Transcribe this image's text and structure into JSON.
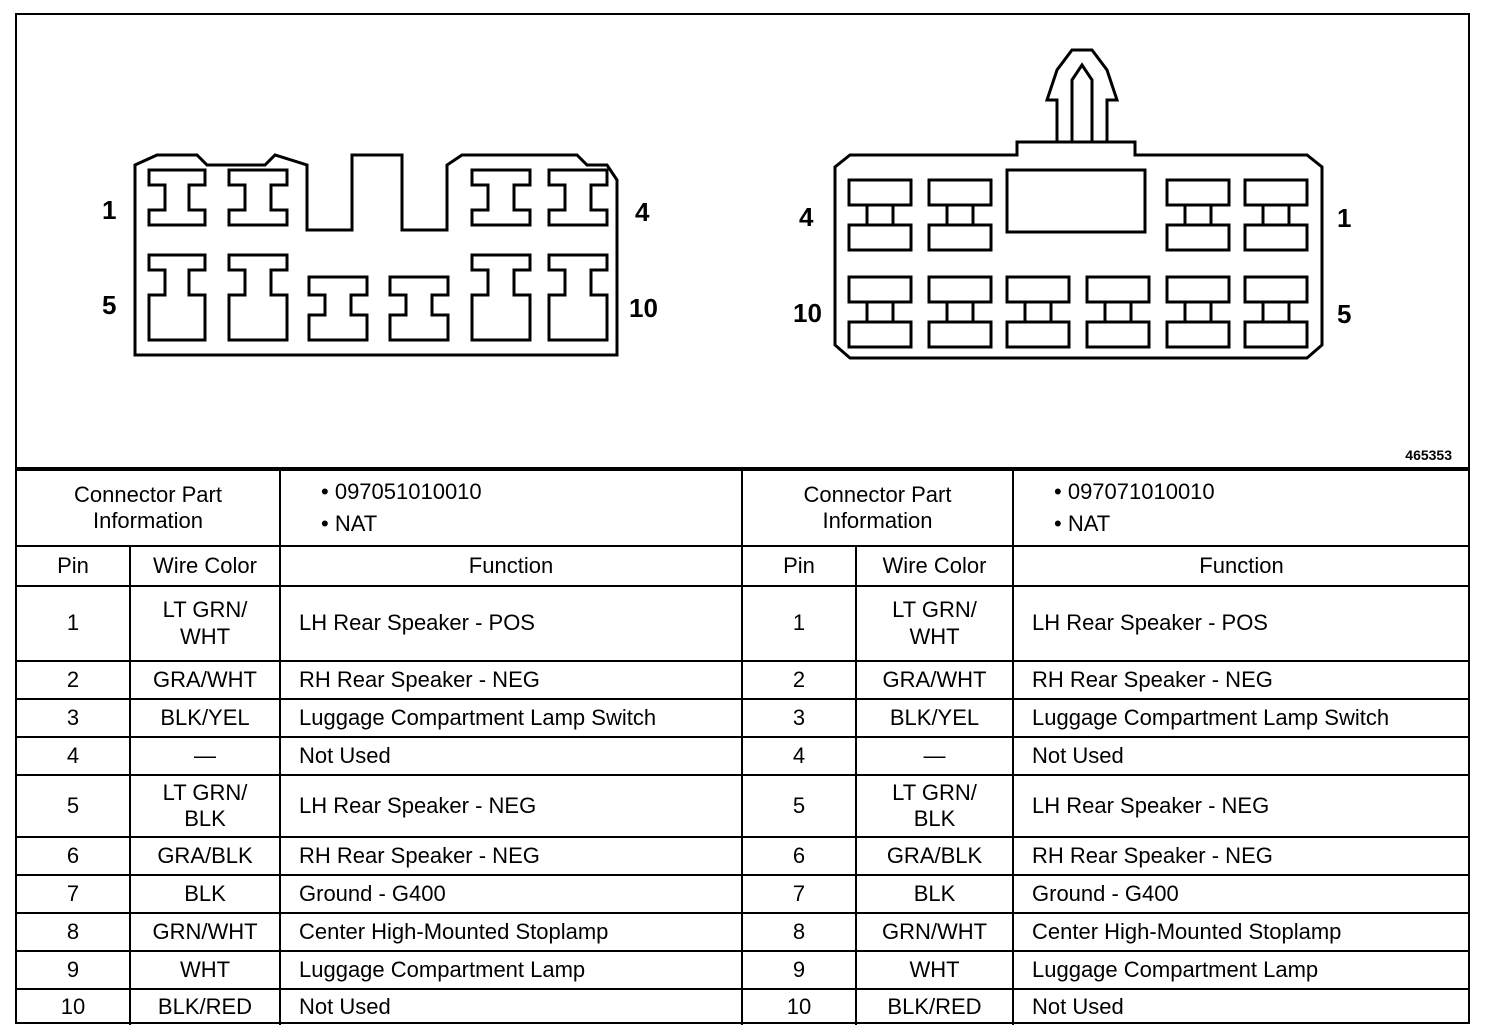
{
  "figure_id": "465353",
  "left_connector": {
    "pin_labels": {
      "top_left": "1",
      "bottom_left": "5",
      "top_right": "4",
      "bottom_right": "10"
    }
  },
  "right_connector": {
    "pin_labels": {
      "top_left": "4",
      "bottom_left": "10",
      "top_right": "1",
      "bottom_right": "5"
    }
  },
  "tables": [
    {
      "info_label": "Connector Part\nInformation",
      "info_values": [
        "097051010010",
        "NAT"
      ],
      "headers": {
        "pin": "Pin",
        "wire_color": "Wire Color",
        "function": "Function"
      },
      "rows": [
        {
          "pin": "1",
          "wire": "LT GRN/\nWHT",
          "function": "LH Rear Speaker - POS"
        },
        {
          "pin": "2",
          "wire": "GRA/WHT",
          "function": "RH Rear Speaker - NEG"
        },
        {
          "pin": "3",
          "wire": "BLK/YEL",
          "function": "Luggage Compartment Lamp Switch"
        },
        {
          "pin": "4",
          "wire": "—",
          "function": "Not Used"
        },
        {
          "pin": "5",
          "wire": "LT GRN/\nBLK",
          "function": "LH Rear Speaker - NEG"
        },
        {
          "pin": "6",
          "wire": "GRA/BLK",
          "function": "RH Rear Speaker - NEG"
        },
        {
          "pin": "7",
          "wire": "BLK",
          "function": "Ground - G400"
        },
        {
          "pin": "8",
          "wire": "GRN/WHT",
          "function": "Center High-Mounted Stoplamp"
        },
        {
          "pin": "9",
          "wire": "WHT",
          "function": "Luggage Compartment Lamp"
        },
        {
          "pin": "10",
          "wire": "BLK/RED",
          "function": "Not Used"
        }
      ]
    },
    {
      "info_label": "Connector Part\nInformation",
      "info_values": [
        "097071010010",
        "NAT"
      ],
      "headers": {
        "pin": "Pin",
        "wire_color": "Wire Color",
        "function": "Function"
      },
      "rows": [
        {
          "pin": "1",
          "wire": "LT GRN/\nWHT",
          "function": "LH Rear Speaker - POS"
        },
        {
          "pin": "2",
          "wire": "GRA/WHT",
          "function": "RH Rear Speaker - NEG"
        },
        {
          "pin": "3",
          "wire": "BLK/YEL",
          "function": "Luggage Compartment Lamp Switch"
        },
        {
          "pin": "4",
          "wire": "—",
          "function": "Not Used"
        },
        {
          "pin": "5",
          "wire": "LT GRN/\nBLK",
          "function": "LH Rear Speaker - NEG"
        },
        {
          "pin": "6",
          "wire": "GRA/BLK",
          "function": "RH Rear Speaker - NEG"
        },
        {
          "pin": "7",
          "wire": "BLK",
          "function": "Ground - G400"
        },
        {
          "pin": "8",
          "wire": "GRN/WHT",
          "function": "Center High-Mounted Stoplamp"
        },
        {
          "pin": "9",
          "wire": "WHT",
          "function": "Luggage Compartment Lamp"
        },
        {
          "pin": "10",
          "wire": "BLK/RED",
          "function": "Not Used"
        }
      ]
    }
  ]
}
